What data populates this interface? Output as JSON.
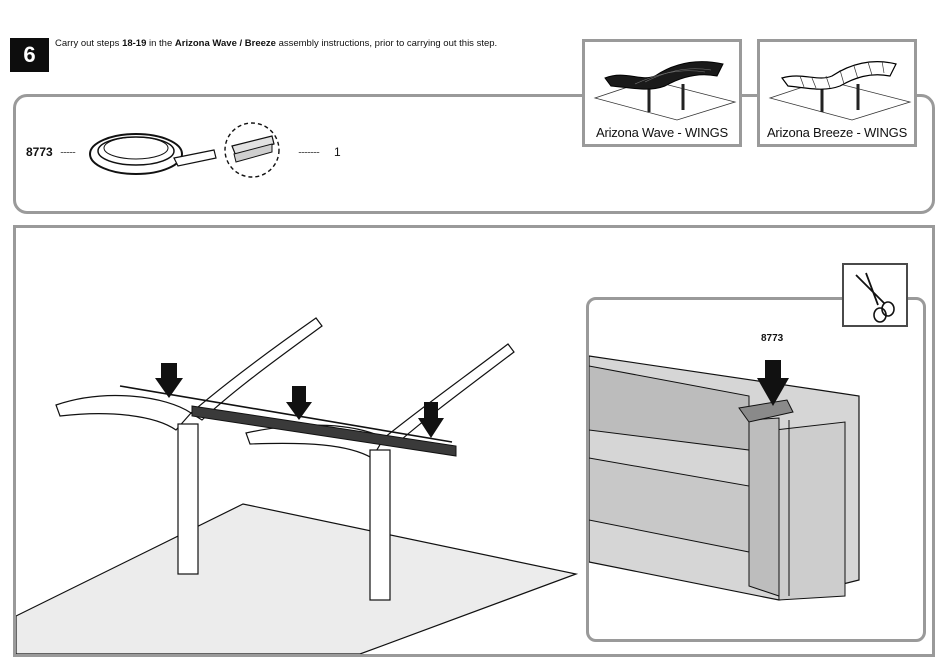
{
  "step": {
    "number": "6",
    "instruction_prefix": "Carry out steps ",
    "instruction_steps": "18-19",
    "instruction_middle": " in the ",
    "instruction_product": "Arizona Wave / Breeze",
    "instruction_suffix": " assembly instructions, prior to carrying out this step."
  },
  "parts": {
    "part_number": "8773",
    "leader_dots_left": "..........",
    "leader_dots_right": "..............",
    "quantity": "1"
  },
  "wings": [
    {
      "label": "Arizona Wave - WINGS",
      "icon": "wave-wings-icon"
    },
    {
      "label": "Arizona Breeze - WINGS",
      "icon": "breeze-wings-icon"
    }
  ],
  "detail": {
    "part_label": "8773",
    "tool_icon": "scissors-icon"
  },
  "colors": {
    "panel_border": "#9a9a9a",
    "profile_fill": "#d6d6d6",
    "badge_fill": "#0d0d0d"
  }
}
